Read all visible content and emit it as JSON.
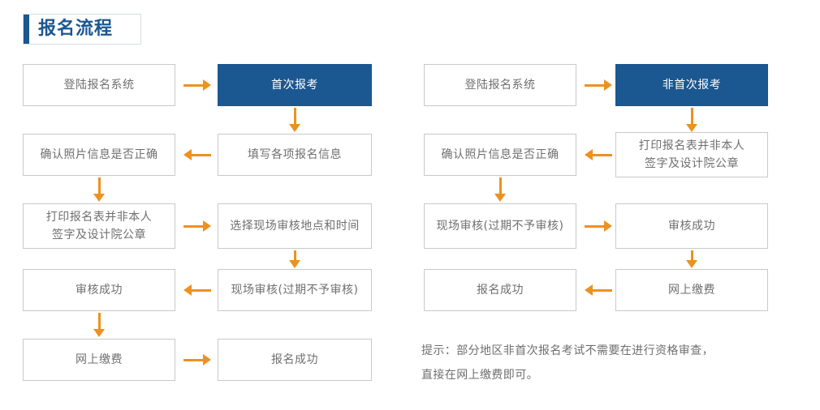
{
  "header": {
    "title": "报名流程",
    "accent_color": "#1b5790",
    "border_color": "#d8dde2"
  },
  "theme": {
    "arrow_color": "#ed9121",
    "node_border_color": "#c9c9c9",
    "node_text_color": "#6f6f6f",
    "highlight_background": "#1b5790",
    "highlight_text_color": "#ffffff",
    "page_background": "#ffffff"
  },
  "flows": [
    {
      "id": "first-time",
      "nodes": [
        {
          "id": "l-r1-c1",
          "label": "登陆报名系统",
          "highlight": false
        },
        {
          "id": "l-r1-c2",
          "label": "首次报考",
          "highlight": true
        },
        {
          "id": "l-r2-c1",
          "label": "确认照片信息是否正确",
          "highlight": false
        },
        {
          "id": "l-r2-c2",
          "label": "填写各项报名信息",
          "highlight": false
        },
        {
          "id": "l-r3-c1",
          "label": "打印报名表并非本人\n签字及设计院公章",
          "highlight": false
        },
        {
          "id": "l-r3-c2",
          "label": "选择现场审核地点和时间",
          "highlight": false
        },
        {
          "id": "l-r4-c1",
          "label": "审核成功",
          "highlight": false
        },
        {
          "id": "l-r4-c2",
          "label": "现场审核(过期不予审核)",
          "highlight": false
        },
        {
          "id": "l-r5-c1",
          "label": "网上缴费",
          "highlight": false
        },
        {
          "id": "l-r5-c2",
          "label": "报名成功",
          "highlight": false
        }
      ]
    },
    {
      "id": "repeat",
      "nodes": [
        {
          "id": "r-r1-c1",
          "label": "登陆报名系统",
          "highlight": false
        },
        {
          "id": "r-r1-c2",
          "label": "非首次报考",
          "highlight": true
        },
        {
          "id": "r-r2-c1",
          "label": "确认照片信息是否正确",
          "highlight": false
        },
        {
          "id": "r-r2-c2",
          "label": "打印报名表并非本人\n签字及设计院公章",
          "highlight": false
        },
        {
          "id": "r-r3-c1",
          "label": "现场审核(过期不予审核)",
          "highlight": false
        },
        {
          "id": "r-r3-c2",
          "label": "审核成功",
          "highlight": false
        },
        {
          "id": "r-r4-c1",
          "label": "报名成功",
          "highlight": false
        },
        {
          "id": "r-r4-c2",
          "label": "网上缴费",
          "highlight": false
        }
      ]
    }
  ],
  "footnote": {
    "text": "提示：部分地区非首次报名考试不需要在进行资格审查，\n直接在网上缴费即可。"
  }
}
